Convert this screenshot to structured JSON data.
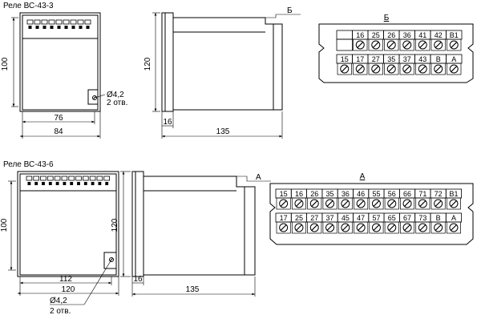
{
  "relays": [
    {
      "title": "Реле ВС-43-3",
      "front": {
        "width_label": "84",
        "hole_spacing_label": "76",
        "height_label": "100",
        "hole_label": "Ø4,2",
        "holes_count_label": "2 отв."
      },
      "side": {
        "height_label": "120",
        "depth_label": "135",
        "panel_label": "16",
        "view_marker": "Б"
      },
      "terminal_view": {
        "label": "Б",
        "top_row": [
          "",
          "16",
          "25",
          "26",
          "36",
          "41",
          "42",
          "В1"
        ],
        "bottom_row": [
          "15",
          "17",
          "27",
          "35",
          "37",
          "43",
          "В",
          "А"
        ]
      }
    },
    {
      "title": "Реле ВС-43-6",
      "front": {
        "width_label": "120",
        "hole_spacing_label": "112",
        "height_label": "100",
        "hole_label": "Ø4,2",
        "holes_count_label": "2 отв."
      },
      "side": {
        "height_label": "120",
        "depth_label": "135",
        "panel_label": "16",
        "view_marker": "А"
      },
      "terminal_view": {
        "label": "А",
        "top_row": [
          "15",
          "16",
          "26",
          "35",
          "36",
          "46",
          "55",
          "56",
          "66",
          "71",
          "72",
          "В1"
        ],
        "bottom_row": [
          "17",
          "25",
          "27",
          "37",
          "45",
          "47",
          "57",
          "65",
          "67",
          "73",
          "В",
          "А"
        ]
      }
    }
  ]
}
